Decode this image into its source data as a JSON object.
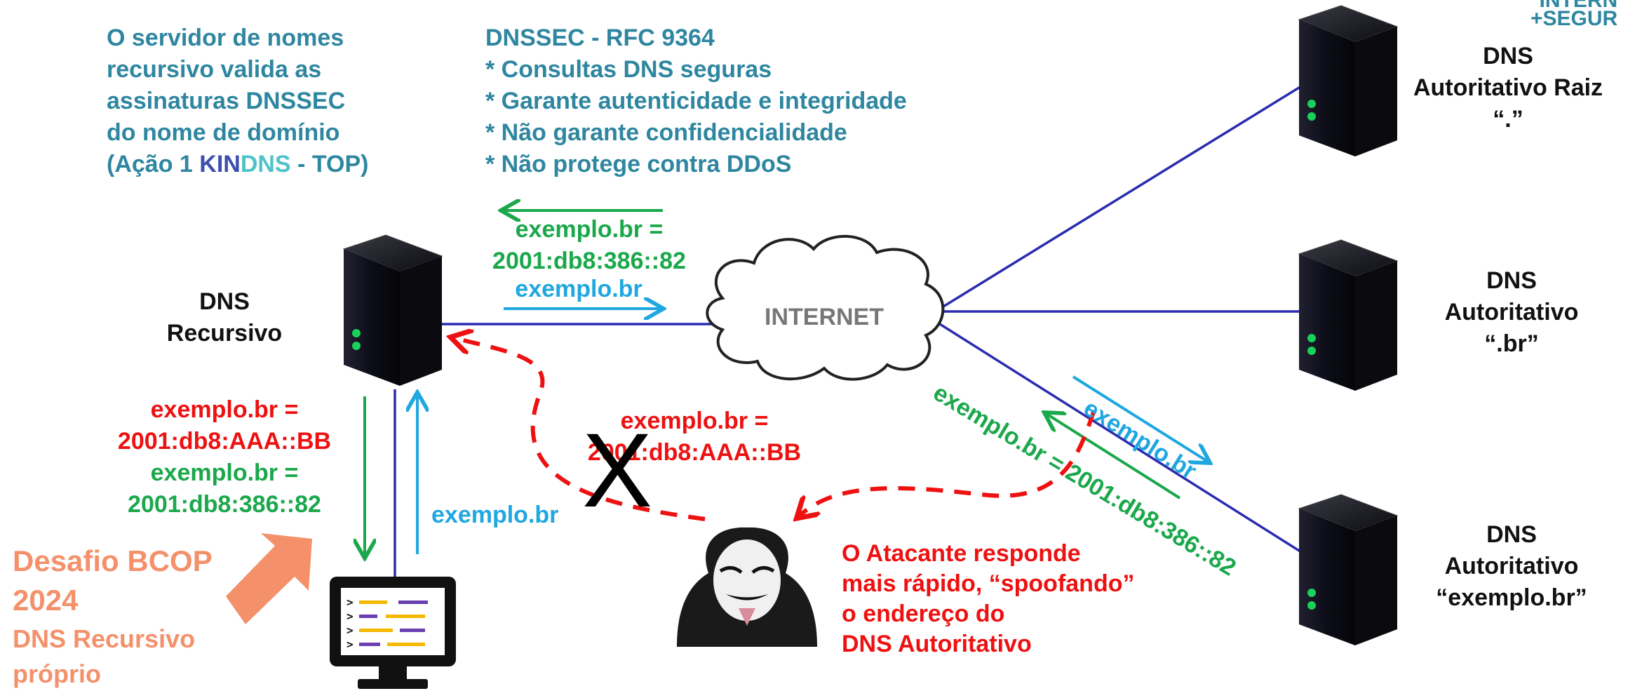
{
  "logo": {
    "line1": "INTERN",
    "line2": "+SEGUR"
  },
  "left_note": {
    "lines": [
      "O servidor de nomes",
      "recursivo valida as",
      "assinaturas DNSSEC",
      "do nome de domínio"
    ],
    "last_prefix": "(Ação 1 ",
    "kin": "KIN",
    "dns": "DNS",
    "last_suffix": " - TOP)"
  },
  "dnssec_note": {
    "title": "DNSSEC - RFC 9364",
    "items": [
      "* Consultas DNS seguras",
      "* Garante autenticidade e integridade",
      "* Não garante confidencialidade",
      "* Não protege contra DDoS"
    ]
  },
  "nodes": {
    "recursive": "DNS\nRecursivo",
    "root": "DNS\nAutoritativo Raiz\n“.”",
    "br": "DNS\nAutoritativo\n“.br”",
    "exemplo": "DNS\nAutoritativo\n“exemplo.br”",
    "internet": "INTERNET"
  },
  "messages": {
    "top_answer": "exemplo.br =\n2001:db8:386::82",
    "top_query": "exemplo.br",
    "left_spoofed": "exemplo.br =\n2001:db8:AAA::BB",
    "left_valid": "exemplo.br =\n2001:db8:386::82",
    "client_query": "exemplo.br",
    "mid_spoofed": "exemplo.br =\n2001:db8:AAA::BB",
    "x_mark": "X",
    "diag_query": "exemplo.br",
    "diag_answer": "exemplo.br = 2001:db8:386::82"
  },
  "attacker_note": "O Atacante responde\nmais rápido, “spoofando”\no endereço do\nDNS Autoritativo",
  "challenge": {
    "title": "Desafio BCOP\n2024",
    "subtitle": "DNS Recursivo\npróprio"
  },
  "colors": {
    "teal": "#2e86a0",
    "green": "#1aa84a",
    "blue": "#1fa7e0",
    "red": "#ee1111",
    "orange": "#f4916b",
    "line": "#2b2bb0",
    "kin": "#3b4fae",
    "dns": "#4fc3c9"
  }
}
